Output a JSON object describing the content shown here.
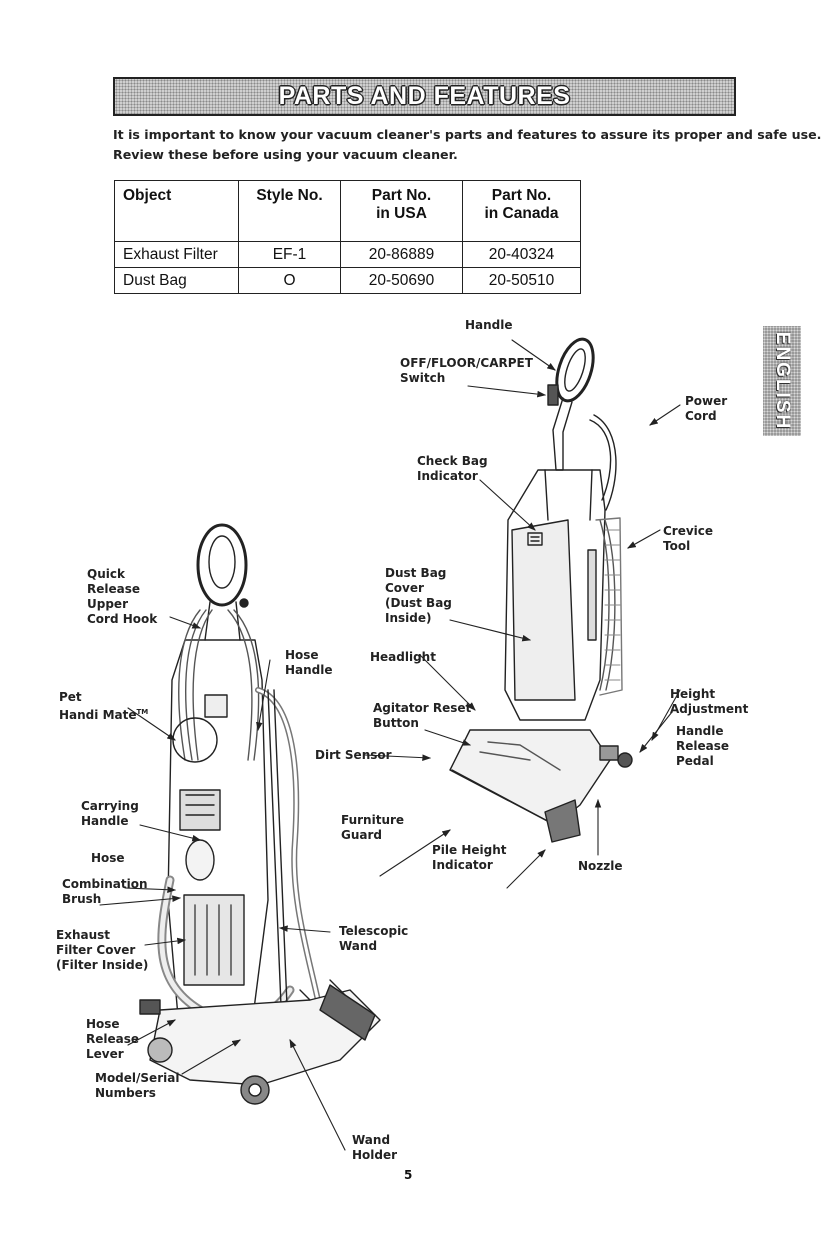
{
  "title": "PARTS AND FEATURES",
  "intro": [
    "It is important to know your vacuum cleaner's parts and features to assure its proper and safe use.",
    "Review these before using your vacuum cleaner."
  ],
  "table": {
    "headers": [
      [
        "Object",
        ""
      ],
      [
        "Style No.",
        ""
      ],
      [
        "Part No.",
        "in USA"
      ],
      [
        "Part No.",
        "in Canada"
      ]
    ],
    "rows": [
      [
        "Exhaust Filter",
        "EF-1",
        "20-86889",
        "20-40324"
      ],
      [
        "Dust Bag",
        "O",
        "20-50690",
        "20-50510"
      ]
    ]
  },
  "side_tab": "ENGLISH",
  "labels": {
    "handle": "Handle",
    "switch": [
      "OFF/FLOOR/CARPET",
      "Switch"
    ],
    "power_cord": [
      "Power",
      "Cord"
    ],
    "check_bag": [
      "Check Bag",
      "Indicator"
    ],
    "crevice_tool": [
      "Crevice",
      "Tool"
    ],
    "quick_release": [
      "Quick",
      "Release",
      "Upper",
      "Cord Hook"
    ],
    "dust_bag_cover": [
      "Dust Bag",
      "Cover",
      "(Dust Bag",
      "Inside)"
    ],
    "hose_handle": [
      "Hose",
      "Handle"
    ],
    "headlight": "Headlight",
    "pet_handi_mate": [
      "Pet",
      "Handi Mate",
      "TM"
    ],
    "height_adjustment": [
      "Height",
      "Adjustment"
    ],
    "agitator_reset": [
      "Agitator Reset",
      "Button"
    ],
    "handle_release": [
      "Handle",
      "Release",
      "Pedal"
    ],
    "dirt_sensor": "Dirt Sensor",
    "carrying_handle": [
      "Carrying",
      "Handle"
    ],
    "furniture_guard": [
      "Furniture",
      "Guard"
    ],
    "hose": "Hose",
    "pile_height": [
      "Pile Height",
      "Indicator"
    ],
    "nozzle": "Nozzle",
    "combination_brush": [
      "Combination",
      "Brush"
    ],
    "exhaust_filter_cover": [
      "Exhaust",
      "Filter Cover",
      "(Filter Inside)"
    ],
    "telescopic_wand": [
      "Telescopic",
      "Wand"
    ],
    "hose_release": [
      "Hose",
      "Release",
      "Lever"
    ],
    "model_serial": [
      "Model/Serial",
      "Numbers"
    ],
    "wand_holder": [
      "Wand",
      "Holder"
    ]
  },
  "page_number": "5",
  "icons": [
    "vacuum-front-illustration",
    "vacuum-back-illustration"
  ]
}
